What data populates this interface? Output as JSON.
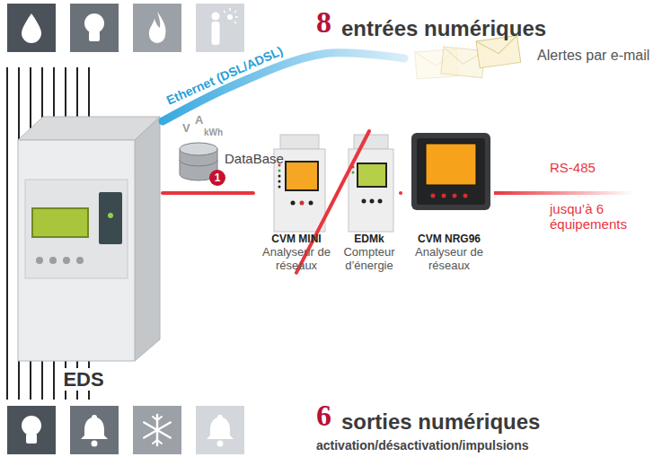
{
  "diagram": {
    "nodes": [
      {
        "text": [
          "EDS"
        ]
      },
      {
        "text": [
          "DataBase"
        ]
      },
      {
        "text": [
          "Alertes par e-mail"
        ]
      },
      {
        "text": [
          "CVM MINI",
          "Analyseur de réseaux"
        ]
      },
      {
        "text": [
          "EDMk",
          "Compteur d’énergie"
        ]
      },
      {
        "text": [
          "CVM NRG96",
          "Analyseur de réseaux"
        ]
      }
    ],
    "edges": [
      {
        "from": 0,
        "to": 2,
        "label": "Ethernet (DSL/ADSL)",
        "arrow": "none"
      },
      {
        "from": 0,
        "to": 3,
        "arrow": "none"
      },
      {
        "from": 3,
        "to": 4,
        "arrow": "none"
      },
      {
        "from": 4,
        "to": 5,
        "arrow": "none"
      }
    ],
    "labels": [
      "8",
      "entrées numériques",
      "V",
      "A",
      "kWh",
      "1",
      "RS-485",
      "jusqu’à 6 équipements",
      "6",
      "sorties numériques",
      "activation/désactivation/impulsions"
    ]
  }
}
